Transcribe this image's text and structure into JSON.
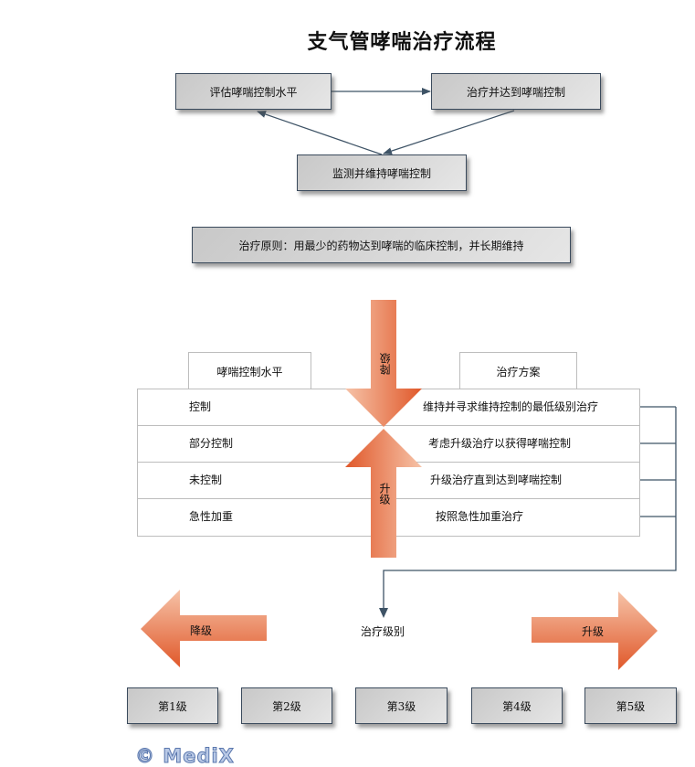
{
  "title": "支气管哮喘治疗流程",
  "cycle": {
    "assess": "评估哮喘控制水平",
    "treat": "治疗并达到哮喘控制",
    "monitor": "监测并维持哮喘控制"
  },
  "principle": "治疗原则：用最少的药物达到哮喘的临床控制，并长期维持",
  "table": {
    "left_header": "哮喘控制水平",
    "right_header": "治疗方案",
    "rows": [
      {
        "level": "控制",
        "plan": "维持并寻求维持控制的最低级别治疗"
      },
      {
        "level": "部分控制",
        "plan": "考虑升级治疗以获得哮喘控制"
      },
      {
        "level": "未控制",
        "plan": "升级治疗直到达到哮喘控制"
      },
      {
        "level": "急性加重",
        "plan": "按照急性加重治疗"
      }
    ]
  },
  "vertical_arrows": {
    "down_label": "降级",
    "up_label": "升级"
  },
  "levels": {
    "caption": "治疗级别",
    "left_arrow_label": "降级",
    "right_arrow_label": "升级",
    "steps": [
      "第1级",
      "第2级",
      "第3级",
      "第4级",
      "第5级"
    ]
  },
  "colors": {
    "box_border": "#3a4a5c",
    "connector": "#3e5366",
    "arrow_light": "#f6c3a8",
    "arrow_dark": "#e0582a",
    "table_border": "#bdbdbd"
  },
  "watermark": "© MediX"
}
